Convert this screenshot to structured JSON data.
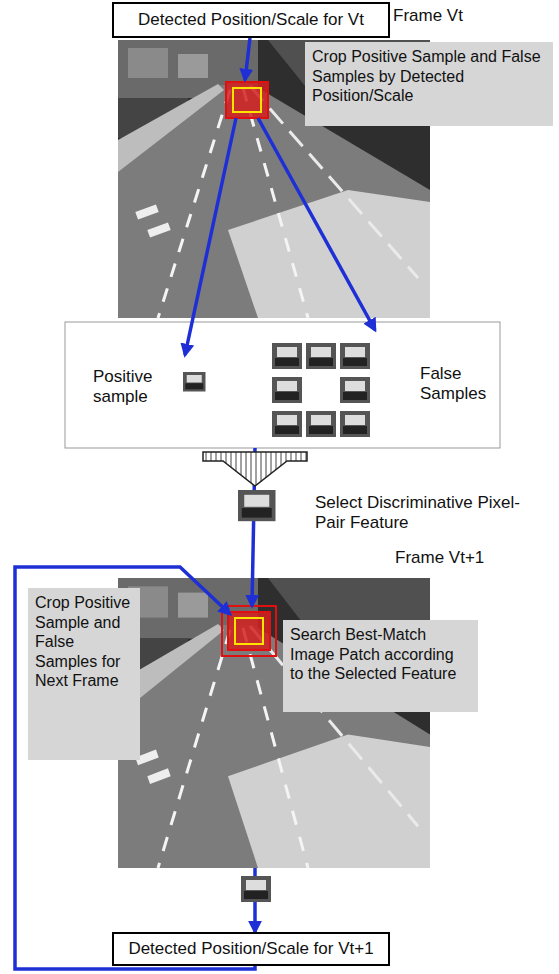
{
  "diagram": {
    "nodes": [
      {
        "text": [
          "Detected Position/Scale for Vt"
        ]
      },
      {
        "text": [
          "Frame Vt"
        ]
      },
      {
        "text": [
          "Crop Positive Sample and False Samples by Detected Position/Scale"
        ],
        "in": 1
      },
      {
        "text": [
          "Positive sample",
          "False Samples"
        ]
      },
      {
        "text": [
          "Frame Vt+1"
        ]
      },
      {
        "text": [
          "Crop Positive Sample and False Samples for Next Frame"
        ]
      },
      {
        "text": [
          "Search Best-Match Image Patch according to the Selected Feature"
        ],
        "in": 4
      },
      {
        "text": [
          "Detected Position/Scale for Vt+1"
        ]
      }
    ],
    "edges": [
      {
        "from": 0,
        "to": 1,
        "arrow": "to"
      },
      {
        "from": 1,
        "to": 3,
        "arrow": "to"
      },
      {
        "from": 1,
        "to": 3,
        "arrow": "to"
      },
      {
        "from": 3,
        "to": 4,
        "arrow": "to"
      },
      {
        "from": 4,
        "to": 7,
        "arrow": "to"
      },
      {
        "from": 7,
        "to": 4,
        "arrow": "to"
      }
    ],
    "labels": [
      "Select Discriminative Pixel-Pair Feature"
    ]
  }
}
